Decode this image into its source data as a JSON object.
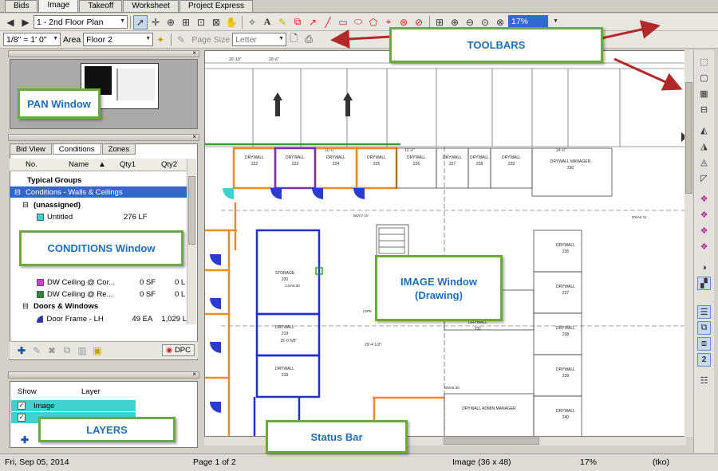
{
  "top_tabs": [
    "Bids",
    "Image",
    "Takeoff",
    "Worksheet",
    "Project Express"
  ],
  "toolbar": {
    "page_select": "1 - 2nd Floor Plan",
    "scale_select": "1/8\" = 1' 0\"",
    "area_label": "Area",
    "area_select": "Floor 2",
    "page_size_label": "Page Size",
    "page_size_select": "Letter",
    "zoom_value": "17%"
  },
  "pan": {
    "title": ""
  },
  "conditions": {
    "tabs": [
      "Bid View",
      "Conditions",
      "Zones"
    ],
    "columns": [
      "No.",
      "Name",
      "Qty1",
      "Qty2"
    ],
    "rows": [
      {
        "name": "Typical Groups",
        "qty1": "",
        "qty2": ""
      },
      {
        "name": "Conditions - Walls & Ceilings",
        "qty1": "",
        "qty2": ""
      },
      {
        "name": "(unassigned)",
        "qty1": "",
        "qty2": ""
      },
      {
        "name": "Untitled",
        "qty1": "276 LF",
        "qty2": ""
      },
      {
        "name": "DW Ceiling @ Cor...",
        "qty1": "0 SF",
        "qty2": "0 L"
      },
      {
        "name": "DW Ceiling @ Re...",
        "qty1": "0 SF",
        "qty2": "0 L"
      },
      {
        "name": "Doors & Windows",
        "qty1": "",
        "qty2": ""
      },
      {
        "name": "Door Frame - LH",
        "qty1": "49 EA",
        "qty2": "1,029 L"
      }
    ],
    "dpc_label": "DPC"
  },
  "layers": {
    "columns": [
      "Show",
      "Layer"
    ],
    "rows": [
      {
        "name": "Image"
      }
    ]
  },
  "status": {
    "date": "Fri, Sep 05, 2014",
    "page": "Page 1 of 2",
    "image": "Image (36 x 48)",
    "zoom": "17%",
    "user": "(tko)"
  },
  "callouts": {
    "toolbars": "TOOLBARS",
    "pan": "PAN Window",
    "conditions": "CONDITIONS Window",
    "image": "IMAGE Window\n(Drawing)",
    "layers": "LAYERS",
    "statusbar": "Status Bar"
  },
  "drawing": {
    "rooms": [
      {
        "label": "DRYWALL",
        "num": "222"
      },
      {
        "label": "DRYWALL",
        "num": "223"
      },
      {
        "label": "DRYWALL",
        "num": "224"
      },
      {
        "label": "DRYWALL",
        "num": "225"
      },
      {
        "label": "DRYWALL",
        "num": "226"
      },
      {
        "label": "DRYWALL",
        "num": "227"
      },
      {
        "label": "DRYWALL",
        "num": "228"
      },
      {
        "label": "DRYWALL",
        "num": "229"
      },
      {
        "label": "DRYWALL MANAGER",
        "num": "230"
      },
      {
        "label": "STORAGE",
        "num": "220"
      },
      {
        "label": "DRYWALL",
        "num": "219"
      },
      {
        "label": "DRYWALL",
        "num": "218"
      },
      {
        "label": "DRYWALL",
        "num": "236"
      },
      {
        "label": "DRYWALL",
        "num": "237"
      },
      {
        "label": "DRYWALL",
        "num": "238"
      },
      {
        "label": "DRYWALL",
        "num": "239"
      },
      {
        "label": "DRYWALL",
        "num": "231"
      },
      {
        "label": "DRYWALL",
        "num": "240"
      },
      {
        "label": "DRYWALL ADMIN MANAGER",
        "num": ""
      }
    ],
    "dims": [
      "20'-10\"",
      "20'-6\"",
      "10'-0\"",
      "12'-0\"",
      "14'-6\"",
      "29'-4 1/2\"",
      "15'-0 5/8\""
    ],
    "tags": [
      "C4/A5.30",
      "B4/A7.10",
      "D5/A5.30",
      "D5/A4.11",
      "(OPE"
    ]
  },
  "colors": {
    "selection": "#3169c6",
    "callout_border": "#6aab40",
    "callout_text": "#1e6fb8",
    "arrow": "#b02a2a",
    "wall_orange": "#f08a1c",
    "wall_blue": "#1f2fd0",
    "wall_purple": "#7b2fb0",
    "wall_green": "#2ea02e"
  }
}
